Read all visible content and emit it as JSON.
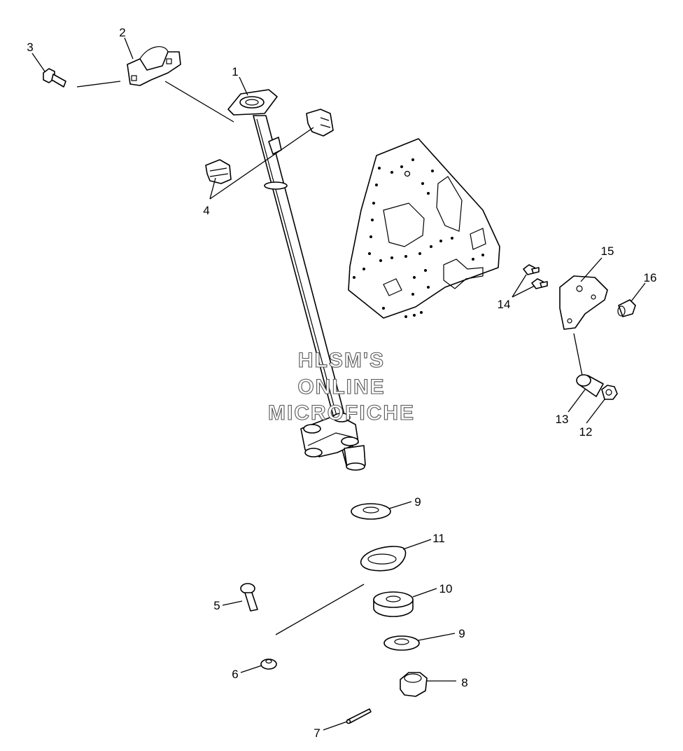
{
  "callouts": {
    "c1": "1",
    "c2": "2",
    "c3": "3",
    "c4": "4",
    "c5": "5",
    "c6": "6",
    "c7": "7",
    "c8": "8",
    "c9a": "9",
    "c9b": "9",
    "c10": "10",
    "c11": "11",
    "c12": "12",
    "c13": "13",
    "c14": "14",
    "c15": "15",
    "c16": "16"
  },
  "watermark": {
    "line1": "HLSM'S",
    "line2": "ONLINE",
    "line3": "MICROFICHE"
  }
}
